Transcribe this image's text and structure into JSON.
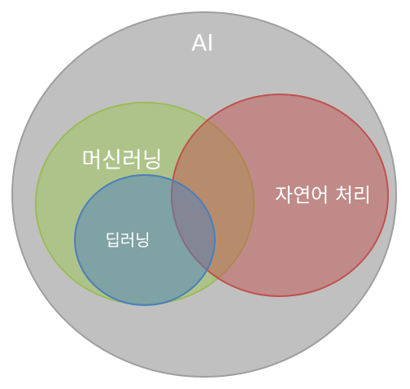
{
  "diagram": {
    "sets": [
      {
        "id": "ai",
        "label": "AI",
        "fill": "#c0c0c0",
        "stroke": "#9e9e9e"
      },
      {
        "id": "ml",
        "label": "머신러닝",
        "fill": "#a6c474",
        "stroke": "#9bbb59"
      },
      {
        "id": "nlp",
        "label": "자연어 처리",
        "fill": "#c0504d",
        "stroke": "#c0504d"
      },
      {
        "id": "dl",
        "label": "딥러닝",
        "fill": "#4f81bd",
        "stroke": "#4a7ebb"
      }
    ],
    "relations": [
      {
        "subset": "ml",
        "of": "ai"
      },
      {
        "subset": "nlp",
        "of": "ai"
      },
      {
        "subset": "dl",
        "of": "ml"
      },
      {
        "overlap": [
          "ml",
          "nlp"
        ]
      },
      {
        "overlap": [
          "dl",
          "nlp"
        ]
      }
    ]
  }
}
